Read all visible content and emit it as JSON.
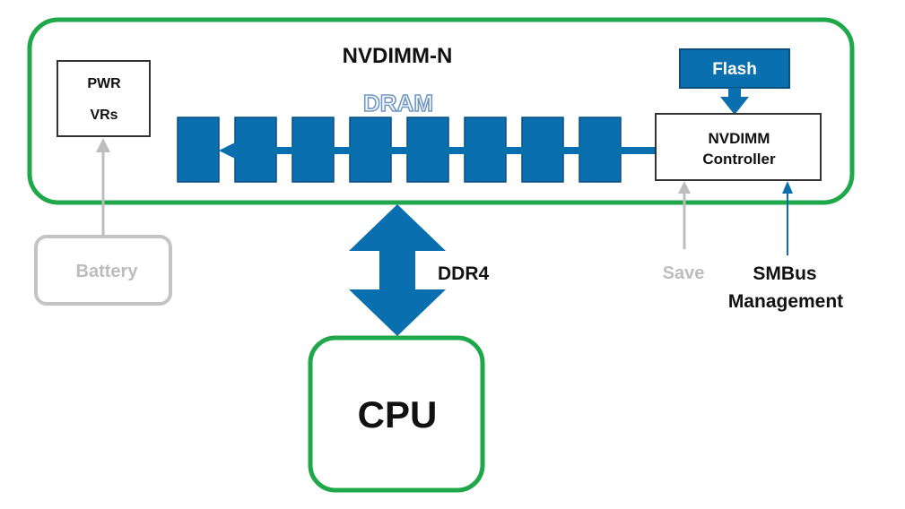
{
  "module": {
    "title": "NVDIMM-N"
  },
  "pwr": {
    "line1": "PWR",
    "line2": "VRs"
  },
  "dram": {
    "label": "DRAM",
    "chip_count": 8
  },
  "flash": {
    "label": "Flash"
  },
  "controller": {
    "line1": "NVDIMM",
    "line2": "Controller"
  },
  "battery": {
    "label": "Battery"
  },
  "bus": {
    "label": "DDR4"
  },
  "save": {
    "label": "Save"
  },
  "smbus": {
    "line1": "SMBus",
    "line2": "Management"
  },
  "cpu": {
    "label": "CPU"
  },
  "colors": {
    "green": "#1fa84a",
    "blue": "#0a6fae",
    "gray": "#bdbdbd",
    "dark": "#111111"
  }
}
